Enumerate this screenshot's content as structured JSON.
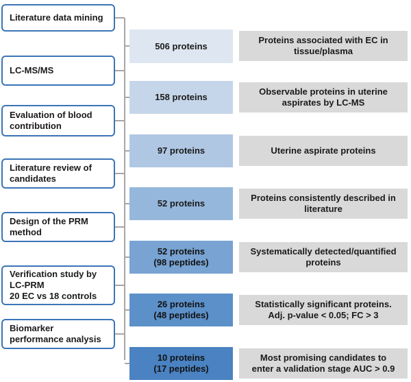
{
  "steps": [
    {
      "label": "Literature data mining"
    },
    {
      "label": "LC-MS/MS"
    },
    {
      "label": "Evaluation of blood\ncontribution"
    },
    {
      "label": "Literature review of\ncandidates"
    },
    {
      "label": "Design of the PRM\nmethod"
    },
    {
      "label": "Verification study by\nLC-PRM\n20 EC vs 18 controls"
    },
    {
      "label": "Biomarker\nperformance analysis"
    }
  ],
  "results": [
    {
      "count": "506 proteins",
      "description": "Proteins associated with EC in\ntissue/plasma",
      "color": "#dde6f1"
    },
    {
      "count": "158 proteins",
      "description": "Observable proteins in uterine\naspirates by LC-MS",
      "color": "#c6d6ea"
    },
    {
      "count": "97 proteins",
      "description": "Uterine aspirate proteins",
      "color": "#afc7e3"
    },
    {
      "count": "52 proteins",
      "description": "Proteins consistently described in\nliterature",
      "color": "#95b7db"
    },
    {
      "count": "52 proteins\n(98 peptides)",
      "description": "Systematically detected/quantified\nproteins",
      "color": "#78a3d2"
    },
    {
      "count": "26 proteins\n(48 peptides)",
      "description": "Statistically significant proteins.\nAdj. p-value < 0.05; FC > 3",
      "color": "#5c90c9"
    },
    {
      "count": "10 proteins\n(17 peptides)",
      "description": "Most promising candidates to\nenter a validation stage AUC > 0.9",
      "color": "#4a82c2"
    }
  ],
  "colors": {
    "border": "#3a74b7",
    "description_bg": "#d9d9d9",
    "connector": "#a6a6a6"
  }
}
